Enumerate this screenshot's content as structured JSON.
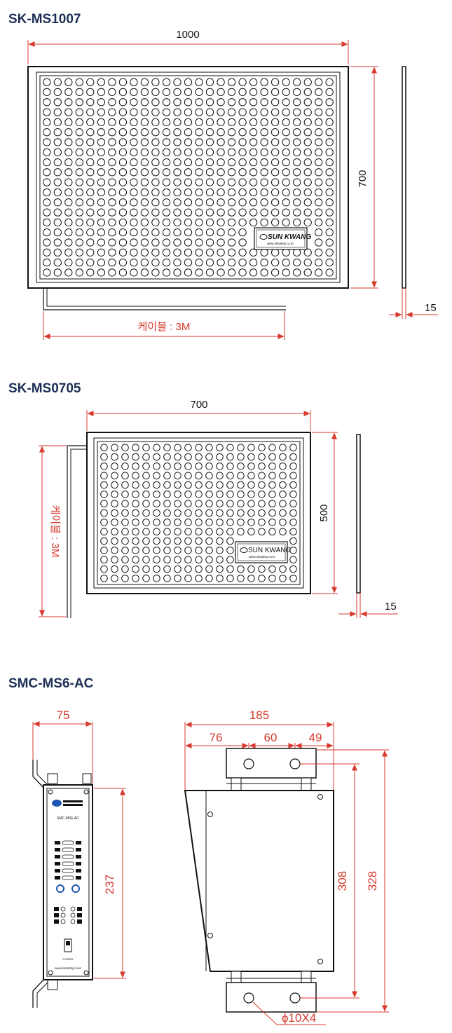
{
  "drawings": [
    {
      "title": "SK-MS1007",
      "width_dim": "1000",
      "height_dim": "700",
      "thickness_dim": "15",
      "cable_label": "케이블 : 3M",
      "brand": "SUN KWANG",
      "website": "www.sksafety.co.kr",
      "hole_grid": {
        "rows": 20,
        "cols": 27
      }
    },
    {
      "title": "SK-MS0705",
      "width_dim": "700",
      "height_dim": "500",
      "thickness_dim": "15",
      "cable_label": "케이블 : 3M",
      "brand": "SUN KWANG",
      "website": "www.sksafety.co.kr",
      "hole_grid": {
        "rows": 15,
        "cols": 19
      }
    },
    {
      "title": "SMC-MS6-AC",
      "front_width_dim": "75",
      "front_height_dim": "237",
      "panel_model": "SMC-MS6-AC",
      "panel_website": "www.sksafety.co.kr",
      "power_label": "POWER",
      "side_total_width_dim": "185",
      "side_offset_left_dim": "76",
      "side_hole_spacing_dim": "60",
      "side_offset_right_dim": "49",
      "side_inner_height_dim": "308",
      "side_total_height_dim": "328",
      "hole_spec": "ϕ10X4"
    }
  ],
  "colors": {
    "title": "#1c2f55",
    "dimension_line": "#d83a2e",
    "outline": "#111111"
  }
}
